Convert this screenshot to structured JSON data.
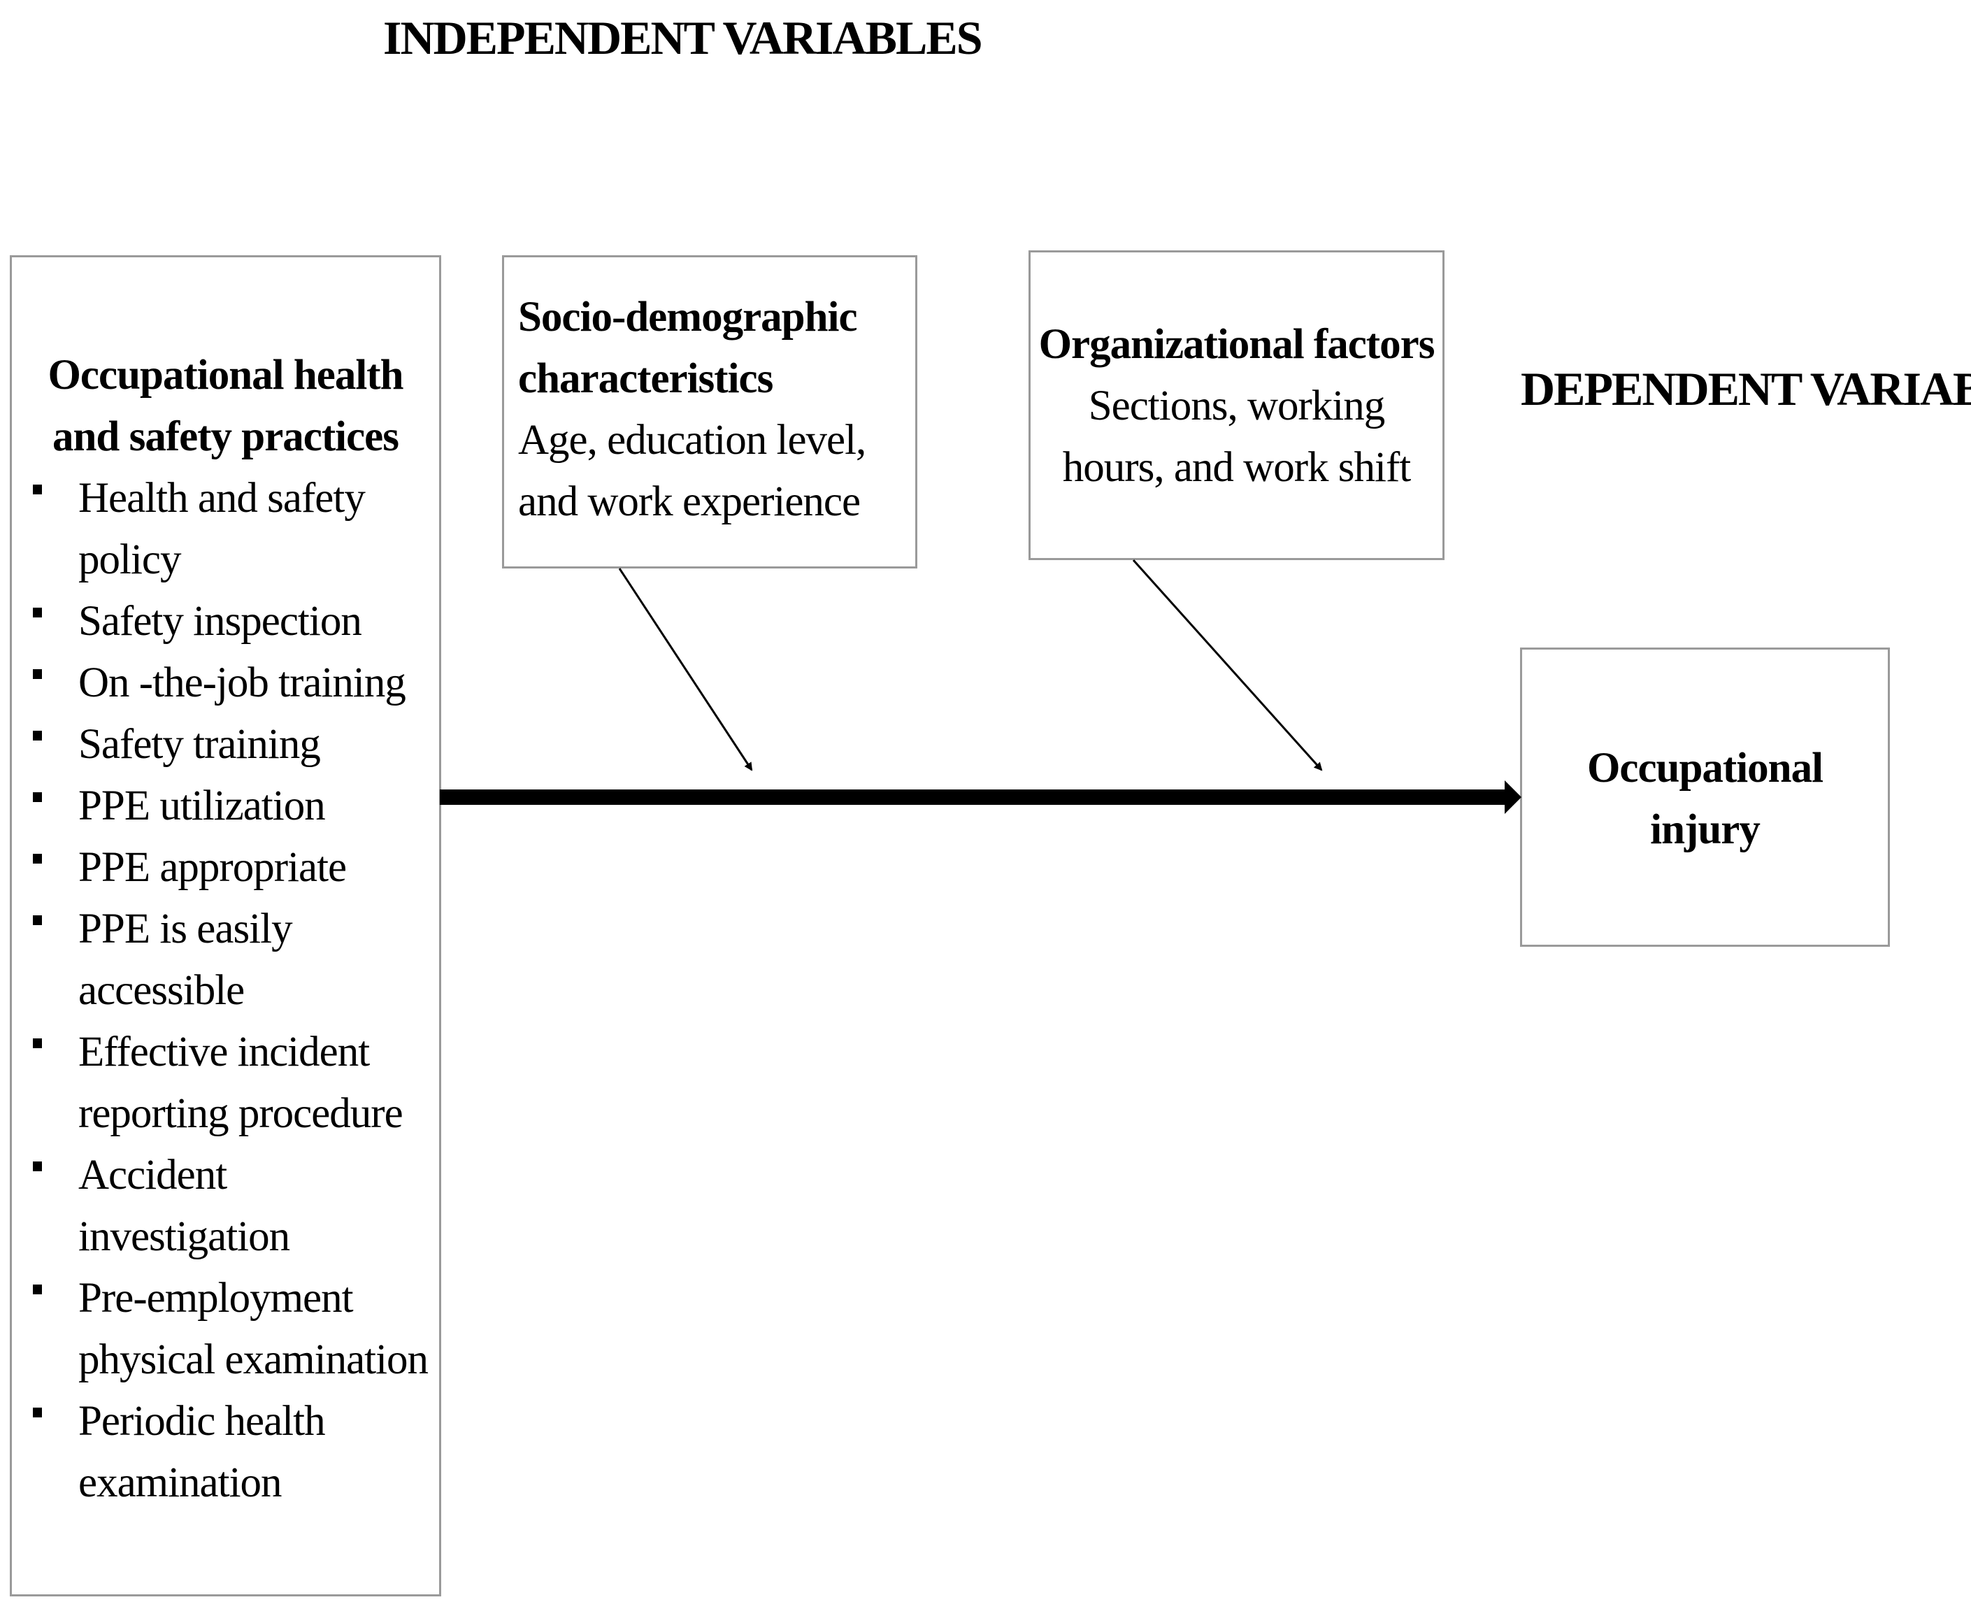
{
  "headings": {
    "independent": "INDEPENDENT VARIABLES",
    "dependent": "DEPENDENT VARIABLE"
  },
  "boxes": {
    "ohs": {
      "title_line1": "Occupational health",
      "title_line2": "and safety practices",
      "items": [
        "Health and safety policy",
        "Safety inspection",
        "On -the-job training",
        "Safety training",
        "PPE utilization",
        "PPE appropriate",
        "PPE is easily accessible",
        "Effective incident reporting procedure",
        "Accident investigation",
        "Pre-employment physical examination",
        "Periodic health examination"
      ]
    },
    "socio": {
      "title_line1": "Socio-demographic",
      "title_line2": "characteristics",
      "text_line1": "Age, education level,",
      "text_line2": "and work experience"
    },
    "org": {
      "title": "Organizational factors",
      "text_line1": "Sections, working",
      "text_line2": "hours, and work shift"
    },
    "injury": {
      "title_line1": "Occupational",
      "title_line2": "injury"
    }
  }
}
